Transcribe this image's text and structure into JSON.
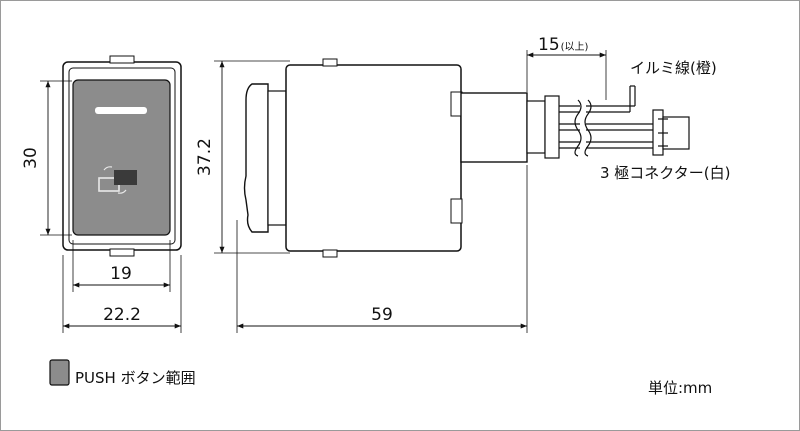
{
  "dimensions": {
    "front_height": "30",
    "overall_height": "37.2",
    "inner_width": "19",
    "outer_width": "22.2",
    "length": "59",
    "lead_length": "15",
    "lead_length_note": "(以上)"
  },
  "labels": {
    "illumination_wire": "イルミ線(橙)",
    "connector": "3 極コネクター(白)",
    "unit": "単位:mm"
  },
  "legend": {
    "text": "PUSH ボタン範囲",
    "swatch_color": "#8c8c8c"
  },
  "colors": {
    "button_fill": "#8c8c8c",
    "line": "#111111",
    "indicator": "#ffffff"
  }
}
